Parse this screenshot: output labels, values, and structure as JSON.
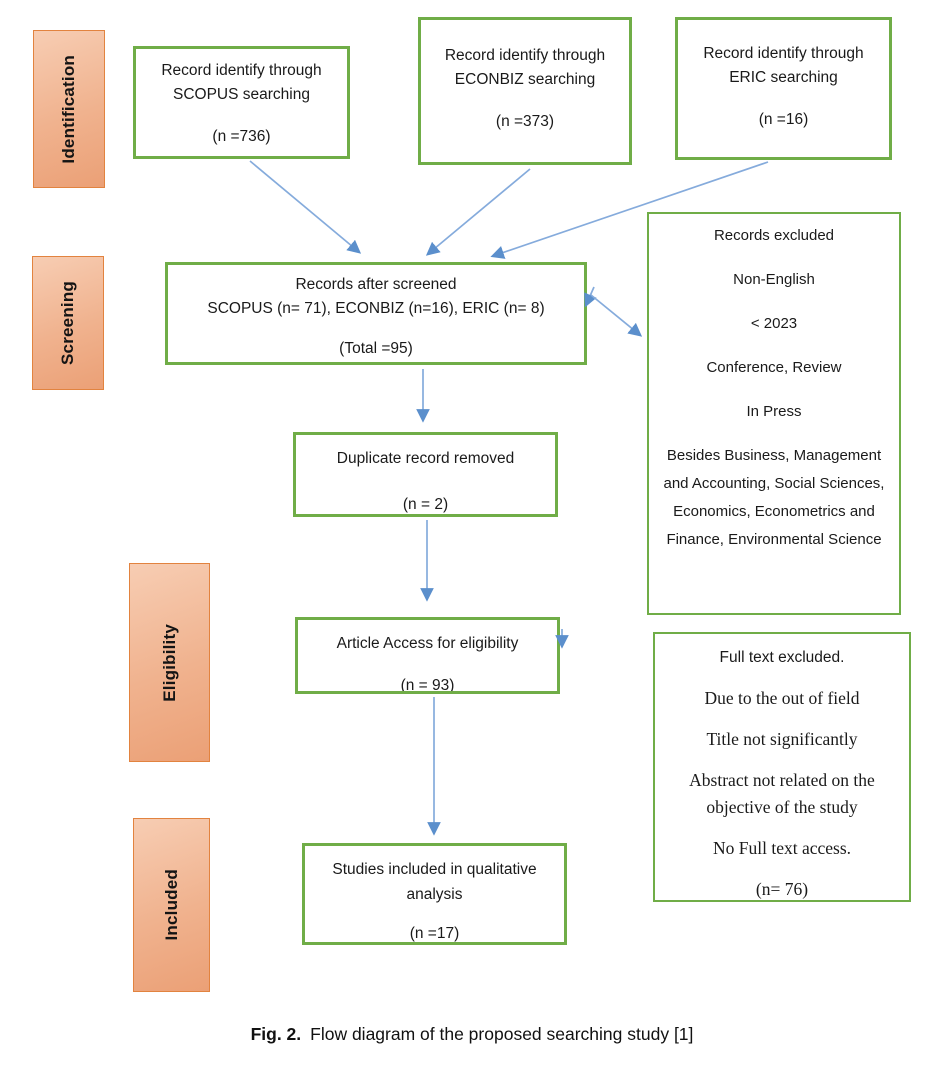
{
  "palette": {
    "box_border_green": "#70AD47",
    "arrow_line_blue": "#85ABDC",
    "arrow_head_blue": "#5B8FCC",
    "stage_fill_top": "#F7CDB3",
    "stage_fill_mid": "#F0B28E",
    "stage_fill_bottom": "#EBA076",
    "stage_border_orange": "#E2833F",
    "text_ink": "#1A1A1A"
  },
  "stages": {
    "identification": "Identification",
    "screening": "Screening",
    "eligibility": "Eligibility",
    "included": "Included"
  },
  "boxes": {
    "scopus": {
      "line1": "Record identify through",
      "line2": "SCOPUS searching",
      "count": "(n =736)"
    },
    "econbiz": {
      "line1": "Record identify through",
      "line2": "ECONBIZ searching",
      "count": "(n =373)"
    },
    "eric": {
      "line1": "Record identify through",
      "line2": "ERIC searching",
      "count": "(n =16)"
    },
    "screened": {
      "line1": "Records after screened",
      "line2": "SCOPUS (n= 71), ECONBIZ (n=16), ERIC (n= 8)",
      "count": "(Total =95)"
    },
    "excluded": {
      "lines": [
        "Records excluded",
        "Non-English",
        "< 2023",
        "Conference, Review",
        "In Press"
      ],
      "paragraph": "Besides Business, Management and Accounting, Social Sciences, Economics, Econometrics and Finance, Environmental Science"
    },
    "duplicate": {
      "line1": "Duplicate record removed",
      "count": "(n = 2)"
    },
    "article": {
      "line1": "Article Access for eligibility",
      "count": "(n = 93)"
    },
    "fulltext": {
      "title": "Full text excluded.",
      "lines": [
        "Due to the out of field",
        "Title not significantly",
        "Abstract not related on the objective of the study",
        "No Full text access."
      ],
      "count": "(n= 76)"
    },
    "studies": {
      "line1": "Studies included in qualitative analysis",
      "count": "(n =17)"
    }
  },
  "caption": {
    "prefix": "Fig. 2.",
    "text": "Flow diagram of the proposed searching study [1]"
  }
}
